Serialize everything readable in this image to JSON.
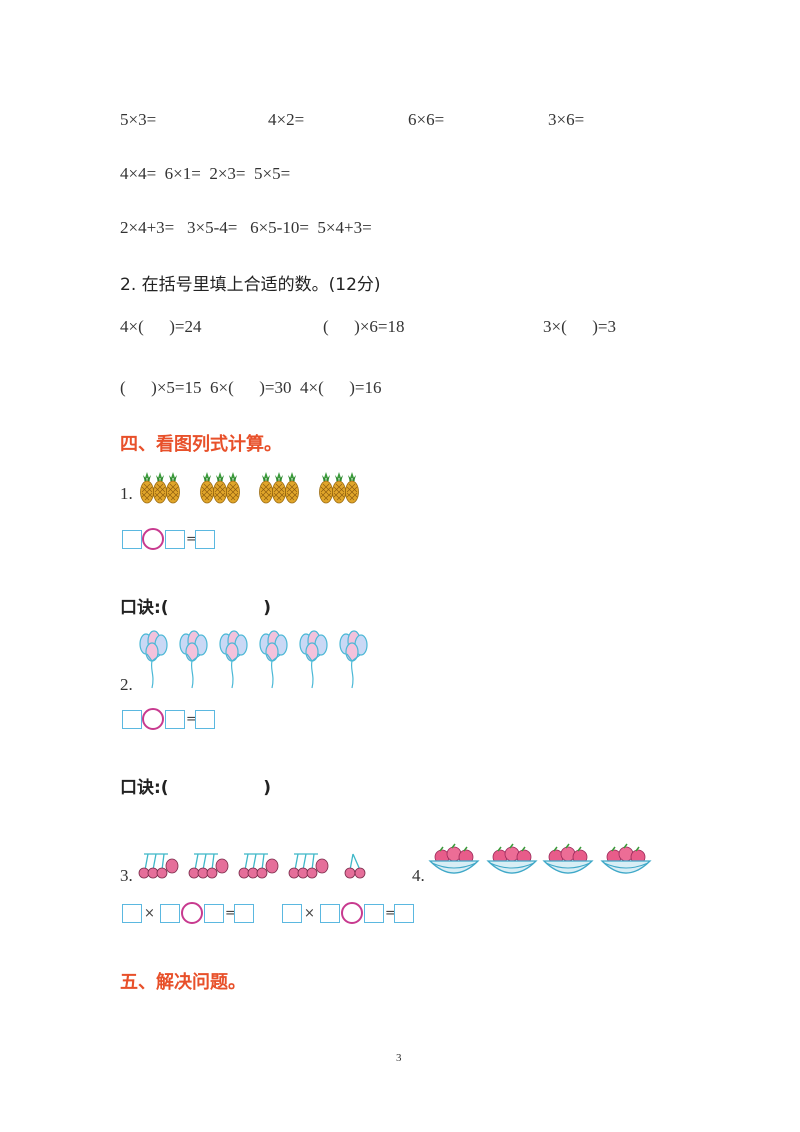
{
  "oral_calc": {
    "row1": [
      "5×3=",
      "4×2=",
      "6×6=",
      "3×6="
    ],
    "row2": "4×4=  6×1=  2×3=  5×5=",
    "row3": "2×4+3=   3×5-4=   6×5-10=  5×4+3="
  },
  "q2": {
    "title": "2. 在括号里填上合适的数。(12分)",
    "row1": [
      "4×(      )=24",
      "(      )×6=18",
      "3×(      )=3"
    ],
    "row2": "(      )×5=15  6×(      )=30  4×(      )=16"
  },
  "section4": {
    "title": "四、看图列式计算。",
    "p1_num": "1.",
    "p2_num": "2.",
    "p3_num": "3.",
    "p4_num": "4.",
    "rhyme_label": "口诀:(                )",
    "equals": "=",
    "times": "×"
  },
  "section5": {
    "title": "五、解决问题。"
  },
  "page_number": "3",
  "colors": {
    "heading": "#e8502a",
    "box_border": "#5bb8e0",
    "ring": "#c83a8f"
  }
}
